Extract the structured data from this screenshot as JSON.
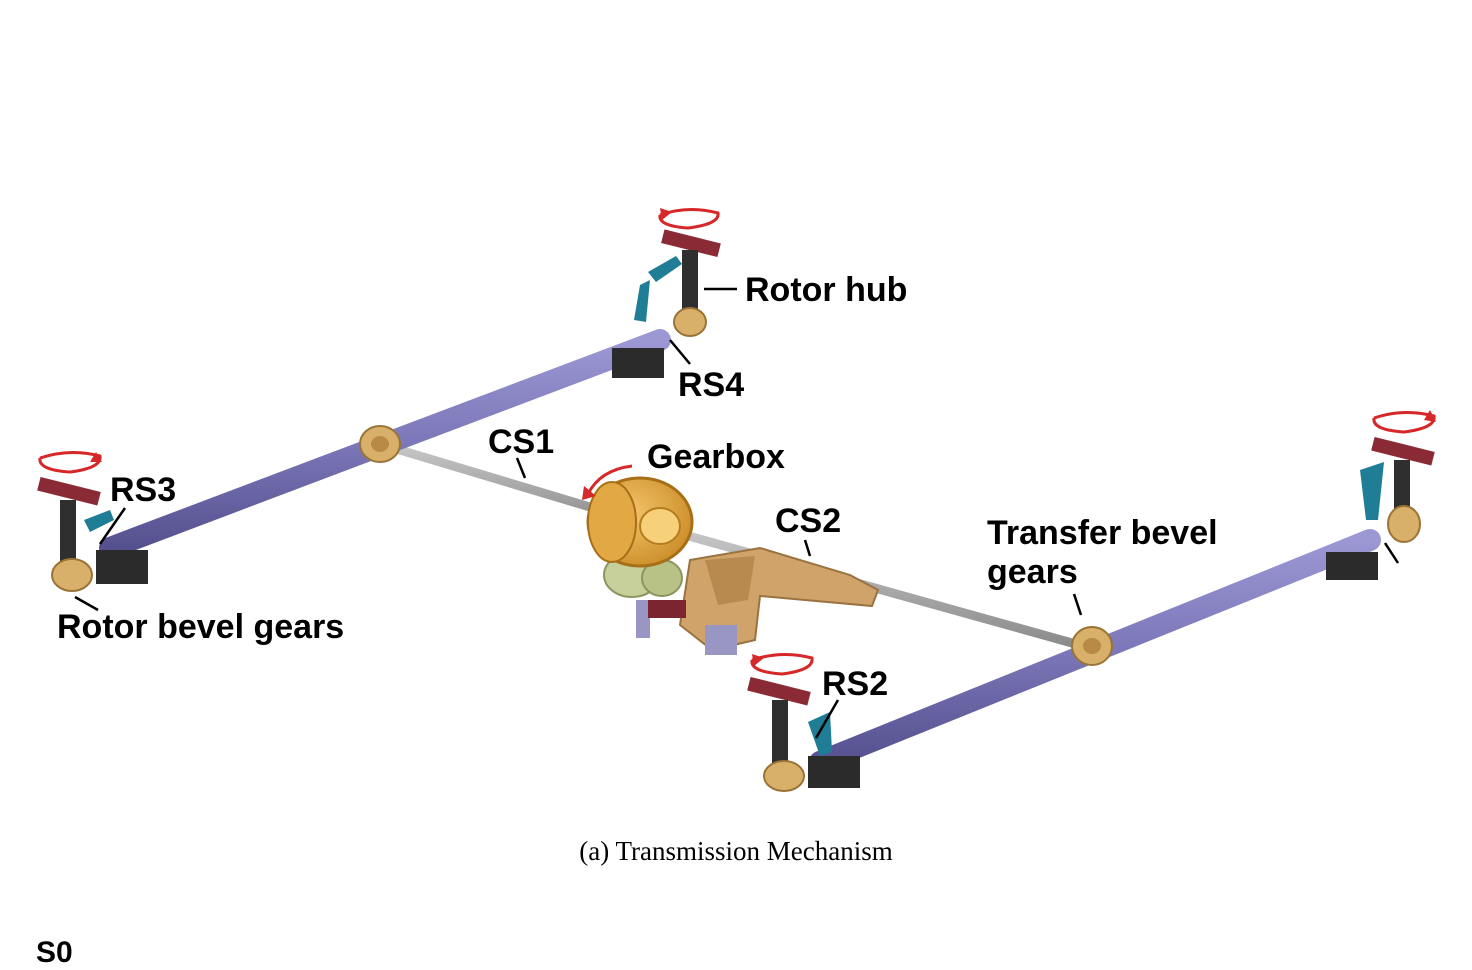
{
  "diagram": {
    "labels": {
      "rotor_hub": "Rotor hub",
      "rs4": "RS4",
      "cs1": "CS1",
      "gearbox": "Gearbox",
      "rs3": "RS3",
      "cs2": "CS2",
      "transfer_bevel_line1": "Transfer bevel",
      "transfer_bevel_line2": "gears",
      "rotor_bevel_gears": "Rotor bevel gears",
      "rs2": "RS2"
    },
    "caption": "(a)  Transmission Mechanism",
    "bottom_fragment": "S0",
    "colors": {
      "rotor_shaft": "#7b77b8",
      "cross_shaft": "#a9a9a9",
      "gear": "#d9b06a",
      "gearbox": "#e0a640",
      "rotation_arrow": "#d62828",
      "rotor_blade": "#8a2a35",
      "linkage": "#1f7d96",
      "motor_box": "#2b2b2b"
    }
  }
}
